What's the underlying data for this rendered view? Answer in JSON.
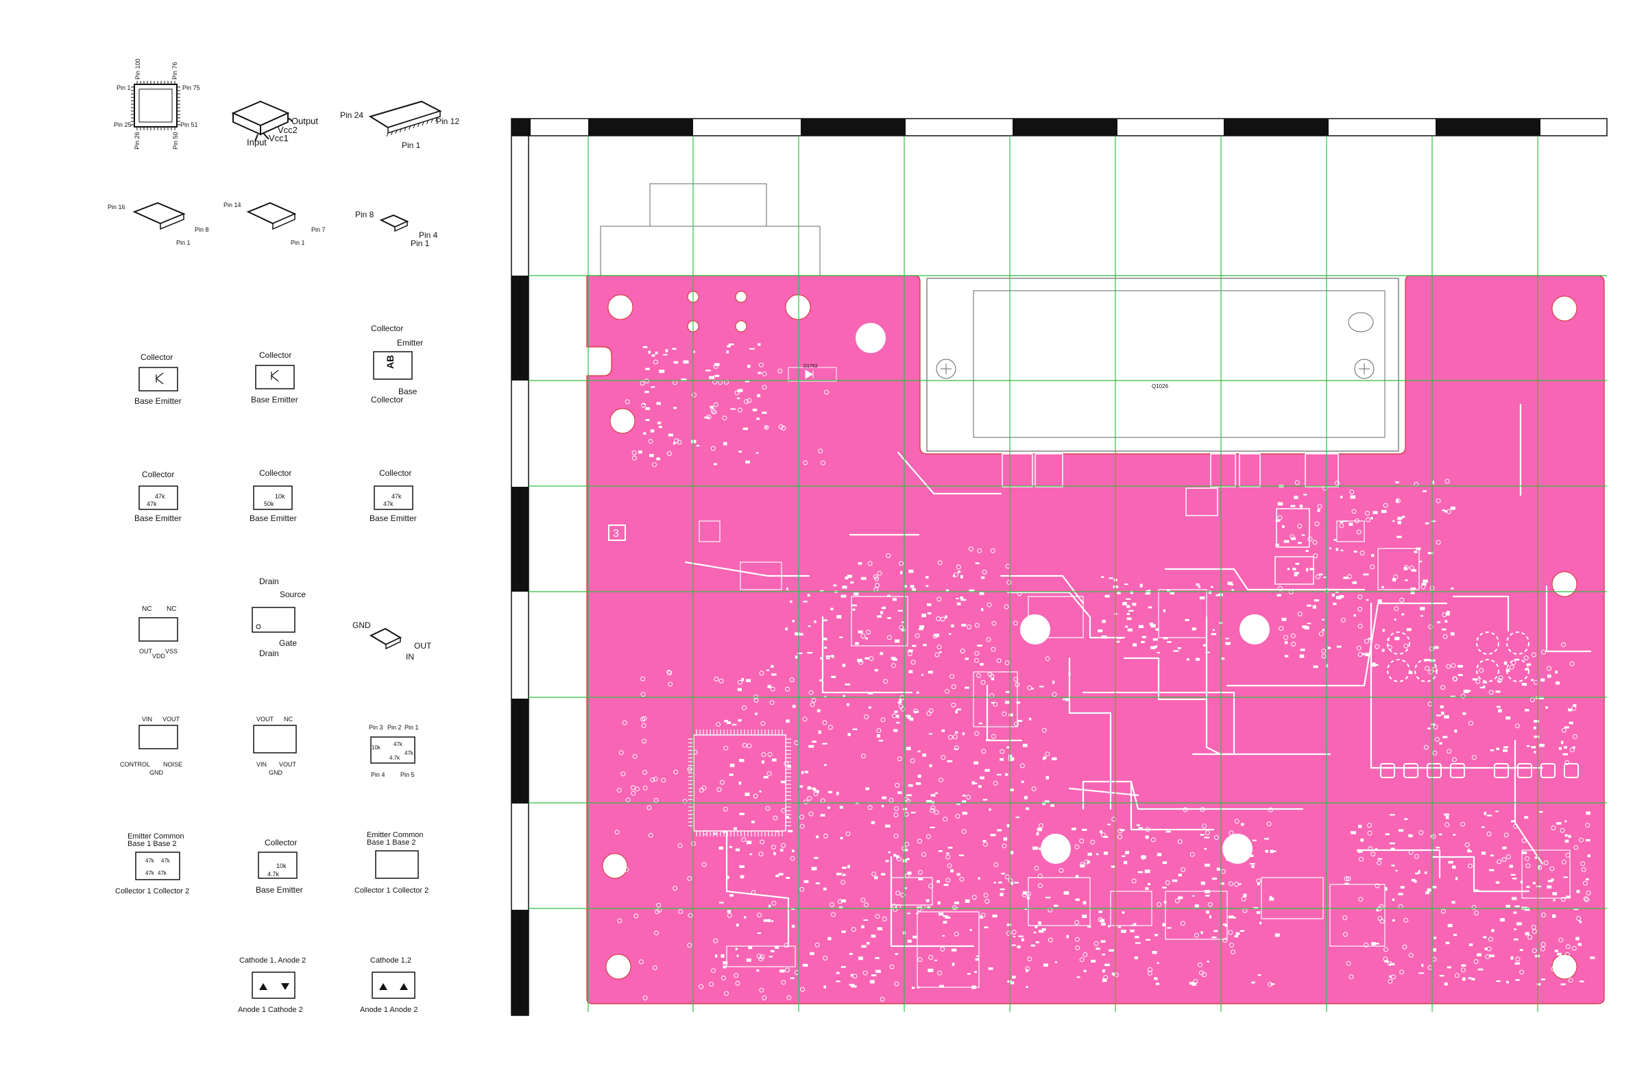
{
  "colors": {
    "board": "#f865b4",
    "grid": "#2fbf3f",
    "ink": "#111111",
    "trace": "#ffffff"
  },
  "packages": {
    "qfp100": {
      "pin1": "Pin 1",
      "pin100": "Pin 100",
      "pin76": "Pin 76",
      "pin75": "Pin 75",
      "pin25": "Pin 25",
      "pin26": "Pin 26",
      "pin50": "Pin 50",
      "pin51": "Pin 51"
    },
    "module": {
      "output": "Output",
      "vcc2": "Vcc2",
      "vcc1": "Vcc1",
      "input": "Input"
    },
    "sop24": {
      "pin24": "Pin 24",
      "pin12": "Pin 12",
      "pin1": "Pin 1"
    },
    "sop16": {
      "pin16": "Pin 16",
      "pin8": "Pin 8",
      "pin1": "Pin 1"
    },
    "sop14": {
      "pin14": "Pin 14",
      "pin7": "Pin 7",
      "pin1": "Pin 1"
    },
    "sop8": {
      "pin8": "Pin 8",
      "pin4": "Pin 4",
      "pin1": "Pin 1"
    }
  },
  "symbols": {
    "transistors_a": [
      {
        "top": "Collector",
        "bottom": "Base  Emitter"
      },
      {
        "top": "Collector",
        "bottom": "Base  Emitter"
      }
    ],
    "dual_ab": {
      "collector_top": "Collector",
      "emitter": "Emitter",
      "ab": "AB",
      "base": "Base",
      "collector_bottom": "Collector"
    },
    "digital_transistors": [
      {
        "top": "Collector",
        "bottom": "Base   Emitter",
        "r1": "47k",
        "r2": "47k"
      },
      {
        "top": "Collector",
        "bottom": "Base   Emitter",
        "r1": "10k",
        "r2": "50k"
      },
      {
        "top": "Collector",
        "bottom": "Base   Emitter",
        "r1": "47k",
        "r2": "47k"
      }
    ],
    "five_pin_nc": {
      "nc1": "NC",
      "nc2": "NC",
      "out": "OUT",
      "vdd": "VDD",
      "vss": "VSS"
    },
    "fet": {
      "drain_top": "Drain",
      "source": "Source",
      "gate": "Gate",
      "drain_bottom": "Drain"
    },
    "three_pin_reg": {
      "gnd": "GND",
      "out": "OUT",
      "in": "IN"
    },
    "regulator_a": {
      "vin": "VIN",
      "vout": "VOUT",
      "control": "CONTROL",
      "noise": "NOISE",
      "gnd": "GND"
    },
    "regulator_b": {
      "vout": "VOUT",
      "nc": "NC",
      "vin": "VIN",
      "vout2": "VOUT",
      "gnd": "GND"
    },
    "five_pin_array": {
      "pin3": "Pin 3",
      "pin2": "Pin 2",
      "pin1": "Pin 1",
      "r1": "10k",
      "r2": "47k",
      "r3": "47k",
      "r4": "4.7k",
      "pin4": "Pin 4",
      "pin5": "Pin 5"
    },
    "emitter_common_a": {
      "title": "Emitter Common",
      "bases": "Base 1  Base 2",
      "r1": "47k",
      "r2": "47k",
      "r3": "47k",
      "r4": "47k",
      "collectors": "Collector 1  Collector 2"
    },
    "single_digital": {
      "top": "Collector",
      "r1": "10k",
      "r2": "4.7k",
      "bottom": "Base    Emitter"
    },
    "emitter_common_b": {
      "title": "Emitter Common",
      "bases": "Base 1  Base 2",
      "collectors": "Collector 1  Collector 2"
    },
    "diode_a": {
      "top": "Cathode 1, Anode 2",
      "bottom": "Anode 1   Cathode 2"
    },
    "diode_b": {
      "top": "Cathode 1,2",
      "bottom": "Anode 1   Anode 2"
    }
  },
  "board": {
    "section_label": "3",
    "module_label": "Q1026",
    "diode_label": "D1762"
  }
}
